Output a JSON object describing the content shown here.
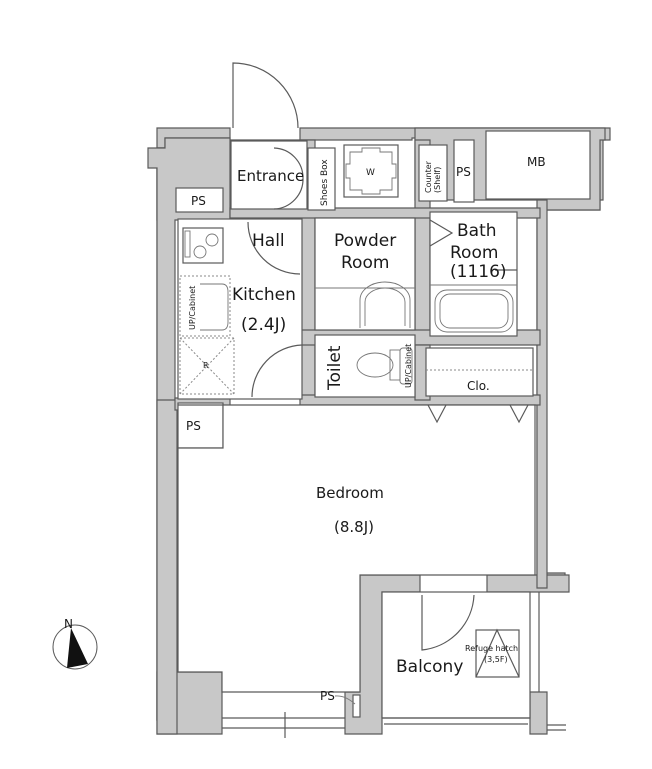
{
  "floor_plan": {
    "colors": {
      "wall": "#c8c8c8",
      "outline": "#5a5a5a",
      "background": "#ffffff",
      "text": "#1a1a1a"
    },
    "rooms": {
      "entrance": "Entrance",
      "shoes_box": "Shoes Box",
      "washer": "W",
      "counter": "Counter",
      "counter_sub": "(Shelf)",
      "ps_top": "PS",
      "mb": "MB",
      "ps_left": "PS",
      "hall": "Hall",
      "powder_room_line1": "Powder",
      "powder_room_line2": "Room",
      "bath_line1": "Bath",
      "bath_line2": "Room",
      "bath_size": "(1116)",
      "kitchen": "Kitchen",
      "kitchen_size": "(2.4J)",
      "up_cabinet_kitchen": "UP/Cabinet",
      "refrigerator": "R",
      "toilet": "Toilet",
      "up_cabinet_toilet": "UP/Cabinet",
      "closet": "Clo.",
      "ps_bedroom": "PS",
      "bedroom": "Bedroom",
      "bedroom_size": "(8.8J)",
      "balcony": "Balcony",
      "refuge_hatch": "Refuge hatch",
      "refuge_hatch_floors": "(3,5F)",
      "ps_balcony": "PS"
    },
    "compass": {
      "label": "N"
    }
  }
}
